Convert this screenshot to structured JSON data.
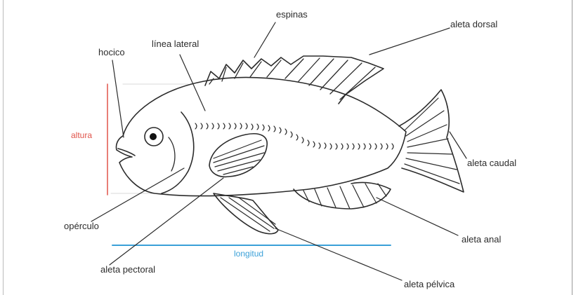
{
  "labels": {
    "espinas": "espinas",
    "linea_lateral": "línea lateral",
    "aleta_dorsal": "aleta dorsal",
    "hocico": "hocico",
    "altura": "altura",
    "aleta_caudal": "aleta caudal",
    "operculo": "opérculo",
    "aleta_anal": "aleta anal",
    "aleta_pectoral": "aleta pectoral",
    "aleta_pelvica": "aleta pélvica",
    "longitud": "longitud"
  },
  "colors": {
    "outline": "#2b2b2b",
    "measure_height": "#e0534a",
    "measure_length": "#3aa0d8"
  }
}
